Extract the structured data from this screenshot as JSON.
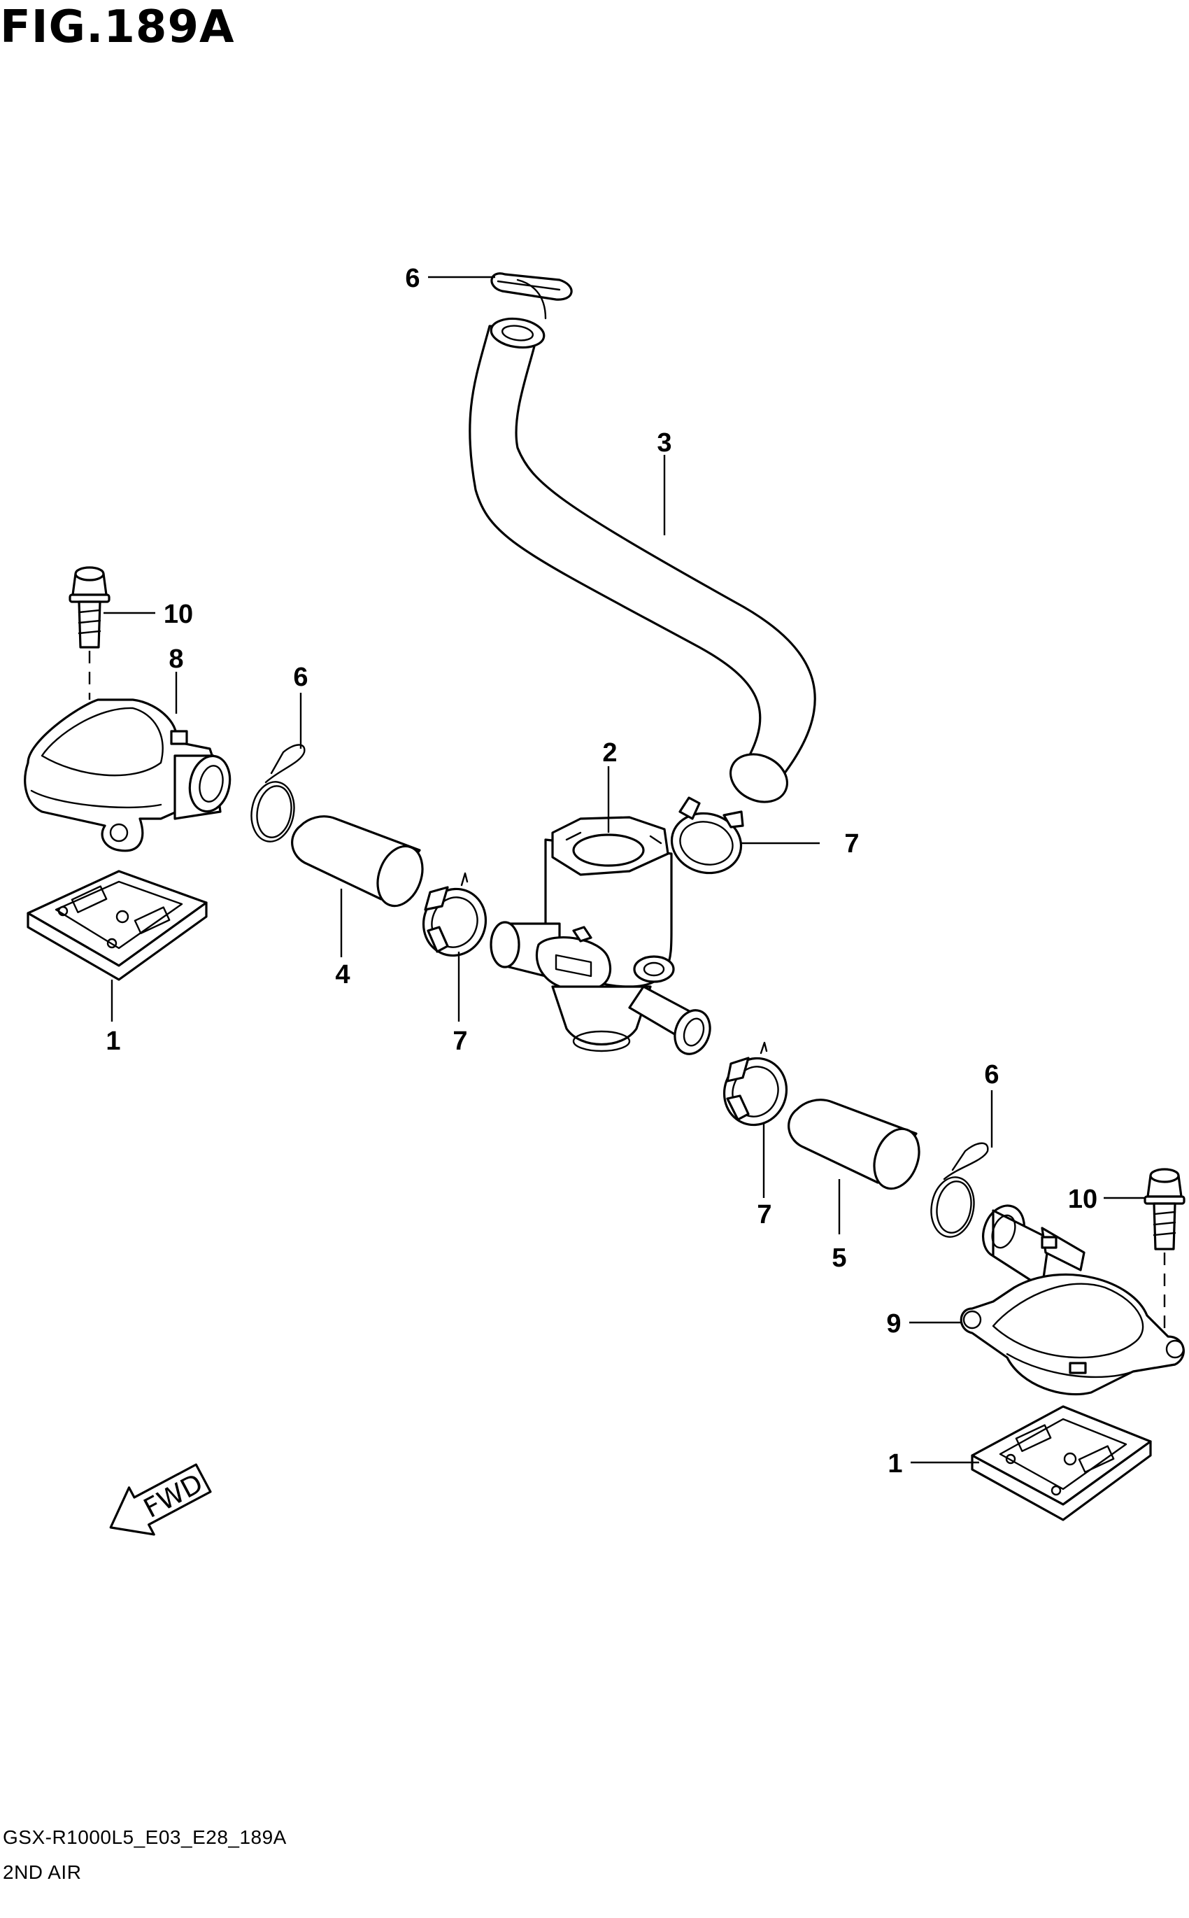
{
  "figure": {
    "title": "FIG.189A",
    "code": "GSX-R1000L5_E03_E28_189A",
    "name": "2ND AIR"
  },
  "callouts": {
    "c1_left": "1",
    "c1_right": "1",
    "c2": "2",
    "c3": "3",
    "c4": "4",
    "c5": "5",
    "c6_top": "6",
    "c6_mid": "6",
    "c6_right": "6",
    "c7_left": "7",
    "c7_top": "7",
    "c7_right": "7",
    "c8": "8",
    "c9": "9",
    "c10_left": "10",
    "c10_right": "10"
  },
  "direction_marker": {
    "label": "FWD",
    "icon": "forward-arrow-icon"
  }
}
